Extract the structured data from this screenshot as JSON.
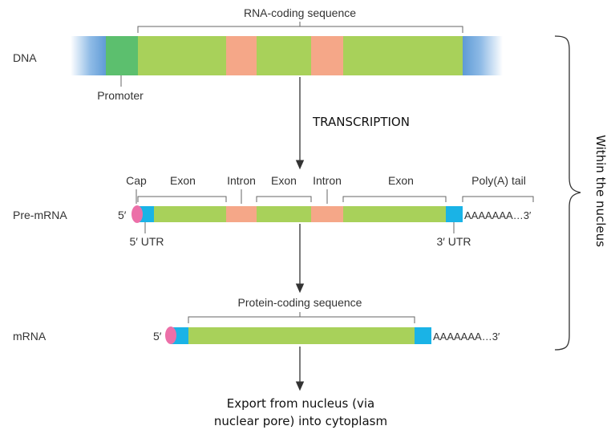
{
  "colors": {
    "green": "#a8d15a",
    "salmon": "#f5a788",
    "promoter": "#5cbf6e",
    "blue": "#1ab3e6",
    "cap": "#ec6fa8",
    "dna_fade": "#5e9ad6"
  },
  "rows": {
    "dna": "DNA",
    "pre_mrna": "Pre-mRNA",
    "mrna": "mRNA"
  },
  "dna": {
    "coding_label": "RNA-coding sequence",
    "promoter_label": "Promoter"
  },
  "transcription_label": "TRANSCRIPTION",
  "pre_mrna": {
    "five_prime": "5′",
    "cap": "Cap",
    "exon1": "Exon",
    "intron1": "Intron",
    "exon2": "Exon",
    "intron2": "Intron",
    "exon3": "Exon",
    "polya_label": "Poly(A) tail",
    "tail": "AAAAAAA…3′",
    "utr5": "5′ UTR",
    "utr3": "3′ UTR"
  },
  "mrna": {
    "five_prime": "5′",
    "coding_label": "Protein-coding sequence",
    "tail": "AAAAAAA…3′"
  },
  "nucleus_label": "Within the nucleus",
  "export_label": {
    "line1": "Export from nucleus (via",
    "line2": "nuclear pore) into cytoplasm"
  }
}
